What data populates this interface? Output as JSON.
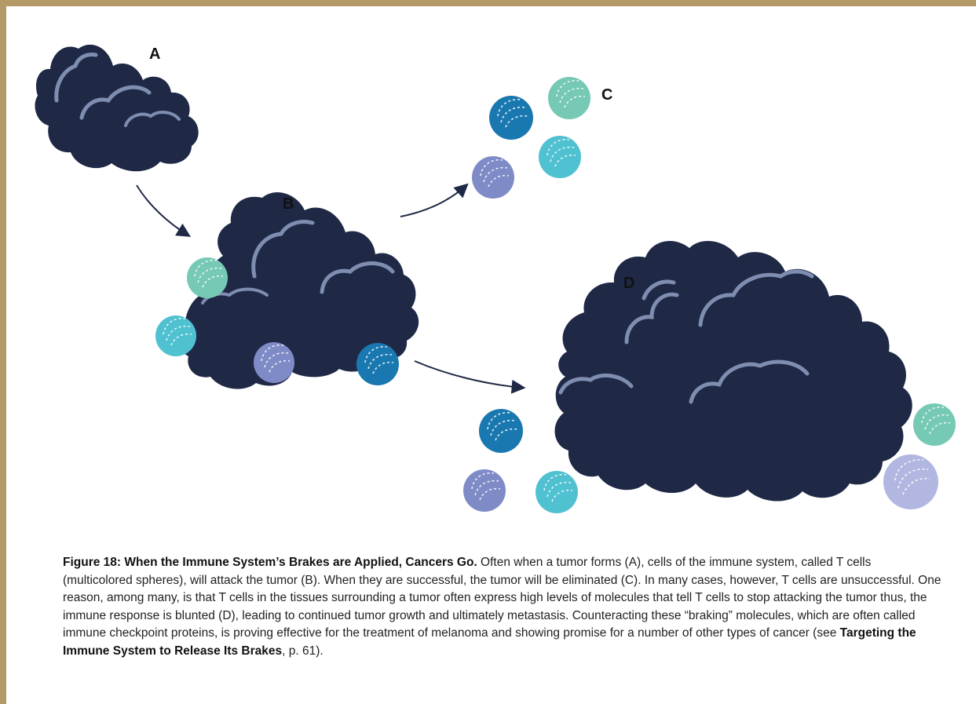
{
  "labels": {
    "a": "A",
    "b": "B",
    "c": "C",
    "d": "D"
  },
  "colors": {
    "frame": "#b39a67",
    "tumor": "#1f2946",
    "tumor_highlight": "#7e8db0",
    "arrow": "#1f2946",
    "tcell_teal": "#4fc1d1",
    "tcell_mint": "#76c9b5",
    "tcell_blue": "#1a78b0",
    "tcell_purple": "#7f8bc6",
    "tcell_lavender": "#b1b7e0"
  },
  "caption": {
    "figure_title": "Figure 18: When the Immune System’s Brakes are Applied, Cancers Go.",
    "body": " Often when a tumor forms (A), cells of the immune system, called T cells (multicolored spheres), will attack the tumor (B). When they are successful, the tumor will be eliminated (C). In many cases, however, T cells are unsuccessful. One reason, among many, is that T cells in the tissues surrounding a tumor often express high levels of molecules that tell T cells to stop attacking the tumor thus, the immune response is blunted (D), leading to continued tumor growth and ultimately metastasis. Counteracting these “braking” molecules, which are often called immune checkpoint proteins, is proving effective for the treatment of melanoma and showing promise for a number of other types of cancer (see ",
    "reference_title": "Targeting the Immune System to Release Its Brakes",
    "reference_tail": ", p. 61)."
  }
}
